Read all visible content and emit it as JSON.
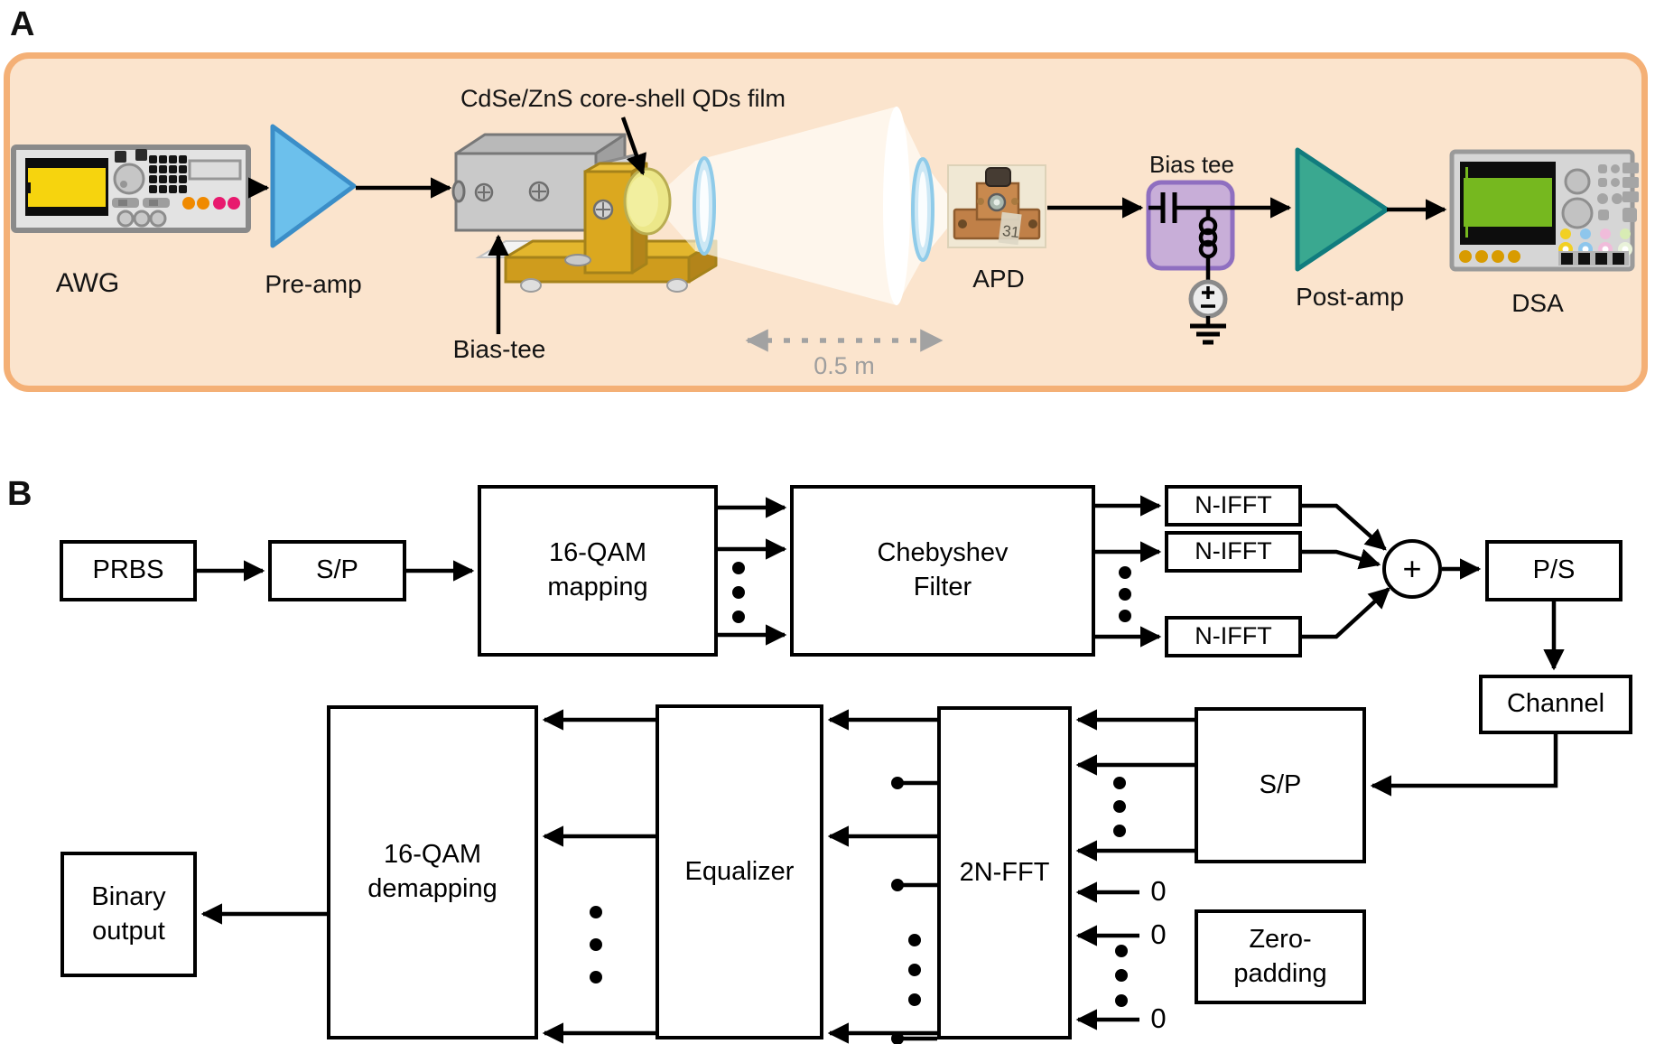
{
  "figure": {
    "panel_a_letter": "A",
    "panel_b_letter": "B"
  },
  "panel_a": {
    "awg_label": "AWG",
    "pre_amp_label": "Pre-amp",
    "bias_tee_tx_label": "Bias-tee",
    "qd_film_label": "CdSe/ZnS core-shell QDs film",
    "distance_label": "0.5 m",
    "apd_label": "APD",
    "apd_sticker": "31",
    "bias_tee_rx_label": "Bias tee",
    "post_amp_label": "Post-amp",
    "dsa_label": "DSA",
    "colors": {
      "panel_fill": "#fbe4cd",
      "panel_border": "#f4b076",
      "pre_amp_fill": "#6cc0ec",
      "pre_amp_stroke": "#3b8ec8",
      "post_amp_fill": "#3aa890",
      "post_amp_stroke": "#117c7e",
      "bias_tee_fill": "#c2a7d9",
      "bias_tee_stroke": "#8f6fc0",
      "awg_waveform": "#f6d40e",
      "dsa_waveform": "#76b81f",
      "lens_fill": "#cde8f5",
      "gold": "#dba81f"
    }
  },
  "panel_b": {
    "blocks": {
      "prbs": "PRBS",
      "sp_tx": "S/P",
      "qam_mapping": "16-QAM\nmapping",
      "chebyshev": "Chebyshev\nFilter",
      "nifft": "N-IFFT",
      "sum": "+",
      "ps": "P/S",
      "channel": "Channel",
      "sp_rx": "S/P",
      "fft": "2N-FFT",
      "zero_padding": "Zero-\npadding",
      "equalizer": "Equalizer",
      "qam_demapping": "16-QAM\ndemapping",
      "binary_output": "Binary\noutput",
      "zero_input": "0"
    }
  }
}
